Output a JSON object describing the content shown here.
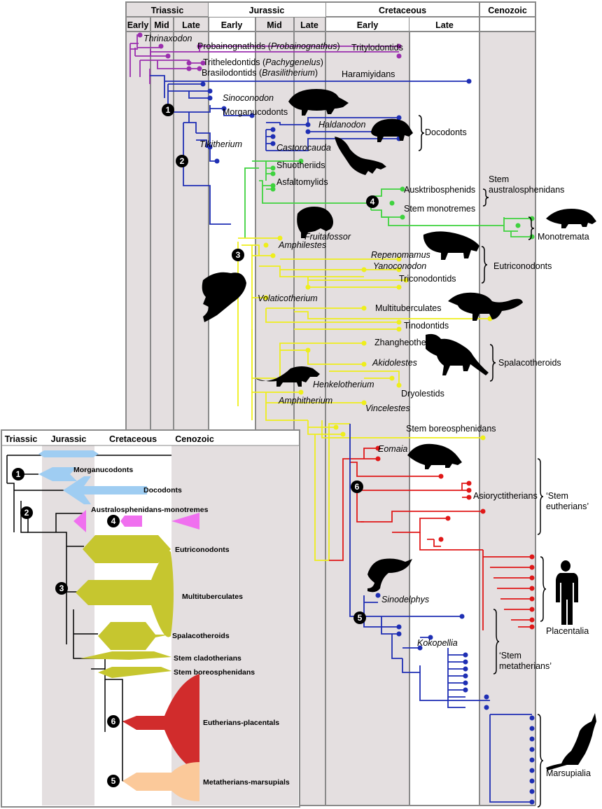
{
  "main": {
    "periods": {
      "triassic": "Triassic",
      "jurassic": "Jurassic",
      "cretaceous": "Cretaceous",
      "cenozoic": "Cenozoic"
    },
    "epochs": {
      "tri_early": "Early",
      "tri_mid": "Mid",
      "tri_late": "Late",
      "jur_early": "Early",
      "jur_mid": "Mid",
      "jur_late": "Late",
      "cre_early": "Early",
      "cre_late": "Late"
    },
    "taxa": {
      "thrinaxodon": "Thrinaxodon",
      "probainognathids": "Probainognathids (",
      "probainognathus": "Probainognathus",
      "tritylodontids": "Tritylodontids",
      "tritheledontids": "Tritheledontids (",
      "pachygenelus": "Pachygenelus",
      "brasilodontids": "Brasilodontids (",
      "brasilitherium": "Brasilitherium",
      "close_paren": ")",
      "haramiyidans": "Haramiyidans",
      "sinoconodon": "Sinoconodon",
      "morganucodonts": "Morganucodonts",
      "haldanodon": "Haldanodon",
      "docodonts": "Docodonts",
      "castorocauda": "Castorocauda",
      "tikitherium": "Tikitherium",
      "shuotheriids": "Shuotheriids",
      "asfaltomylids": "Asfaltomylids",
      "stem_austral_1": "Stem",
      "stem_austral_2": "australosphenidans",
      "ausktribosphenids": "Ausktribosphenids",
      "stem_monotremes": "Stem monotremes",
      "monotremata": "Monotremata",
      "fruitafossor": "Fruitafossor",
      "amphilestes": "Amphilestes",
      "repenomamus": "Repenomamus",
      "yanoconodon": "Yanoconodon",
      "eutriconodonts": "Eutriconodonts",
      "triconodontids": "Triconodontids",
      "volaticotherium": "Volaticotherium",
      "multituberculates": "Multituberculates",
      "tinodontids": "Tinodontids",
      "zhangheotheriids": "Zhangheotheriids",
      "akidolestes": "Akidolestes",
      "spalacotheroids": "Spalacotheroids",
      "henkelotherium": "Henkelotherium",
      "dryolestids": "Dryolestids",
      "amphitherium": "Amphitherium",
      "vincelestes": "Vincelestes",
      "stem_boreo": "Stem boreosphenidans",
      "eomaia": "Eomaia",
      "asioryctitherians": "Asioryctitherians",
      "stem_eutherians_1": "‘Stem",
      "stem_eutherians_2": "eutherians’",
      "placentalia": "Placentalia",
      "sinodelphys": "Sinodelphys",
      "kokopellia": "Kokopellia",
      "stem_metatherians_1": "‘Stem",
      "stem_metatherians_2": "metatherians’",
      "marsupialia": "Marsupialia"
    },
    "node_numbers": [
      "1",
      "2",
      "3",
      "4",
      "5",
      "6"
    ]
  },
  "inset": {
    "periods": {
      "triassic": "Triassic",
      "jurassic": "Jurassic",
      "cretaceous": "Cretaceous",
      "cenozoic": "Cenozoic"
    },
    "labels": {
      "morganucodonts": "Morganucodonts",
      "docodonts": "Docodonts",
      "australosphenidans": "Australosphenidans-monotremes",
      "eutriconodonts": "Eutriconodonts",
      "multituberculates": "Multituberculates",
      "spalacotheroids": "Spalacotheroids",
      "stem_cladotherians": "Stem cladotherians",
      "stem_boreosphenidans": "Stem boreosphenidans",
      "eutherians": "Eutherians-placentals",
      "metatherians": "Metatherians-marsupials"
    }
  },
  "colors": {
    "purple": "#9b2fae",
    "blue": "#1f2fb4",
    "green": "#3fd23f",
    "yellow": "#eeee1c",
    "red": "#e01818",
    "band": "#e4dfe0",
    "rule": "#8a8a8a",
    "inset_blue": "#9fcdf2",
    "inset_pink": "#f070ef",
    "inset_olive": "#c6c62f",
    "inset_red": "#d12c2c",
    "inset_peach": "#fbc99a"
  }
}
